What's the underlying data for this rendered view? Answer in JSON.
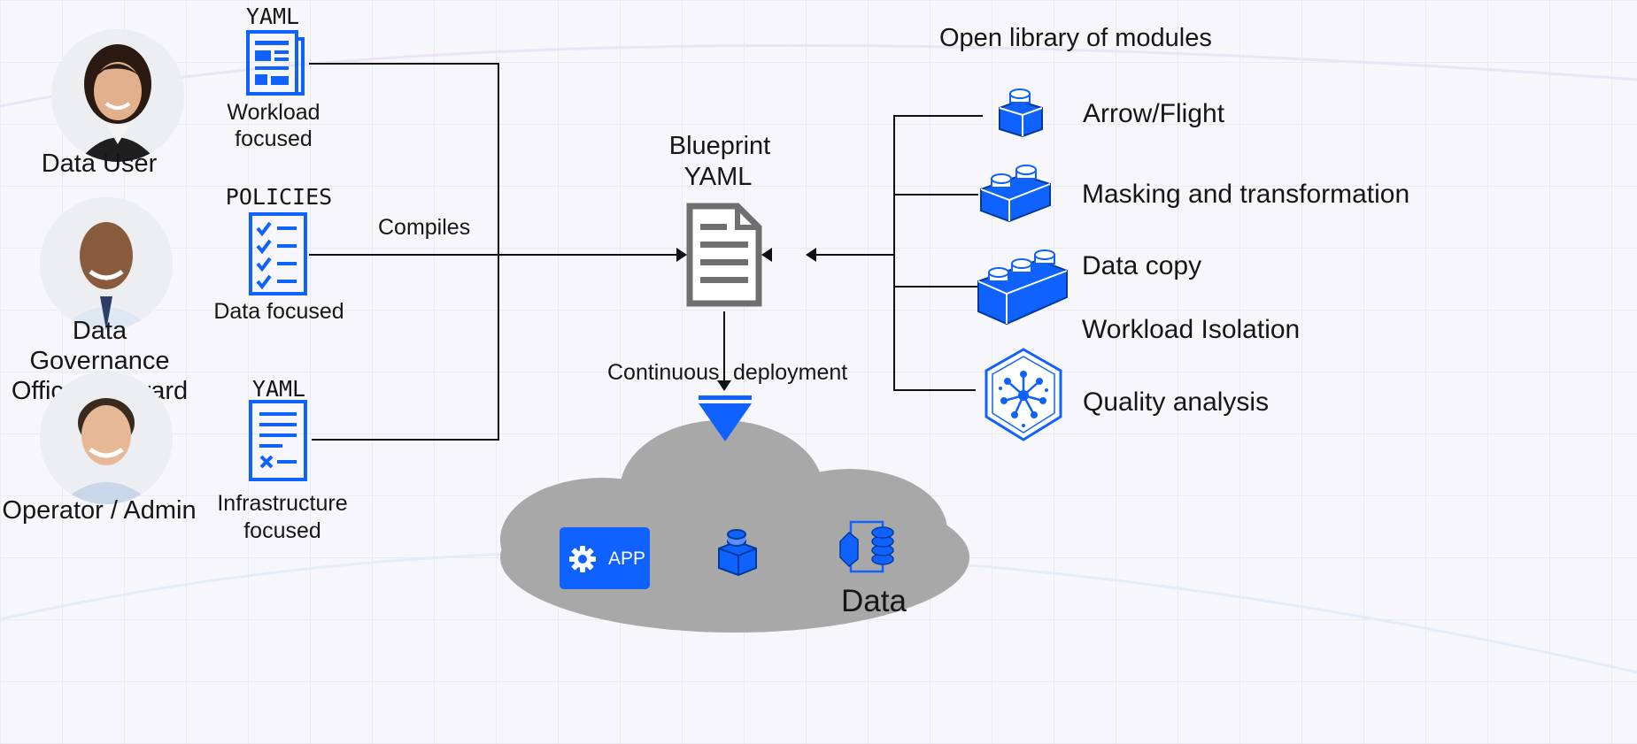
{
  "colors": {
    "accent_blue": "#0f62fe",
    "line": "#111111",
    "doc_gray": "#6f6f6f",
    "cloud_gray": "#a8a8a8"
  },
  "personas": [
    {
      "label": "Data User",
      "icon": "avatar-woman-icon"
    },
    {
      "label": "Data Governance Officer/Steward",
      "icon": "avatar-man-tie-icon"
    },
    {
      "label": "Operator / Admin",
      "icon": "avatar-man-icon"
    }
  ],
  "documents": [
    {
      "title": "YAML",
      "caption_line1": "Workload",
      "caption_line2": "focused",
      "icon": "yaml-document-icon"
    },
    {
      "title": "POLICIES",
      "caption_line1": "Data focused",
      "caption_line2": "",
      "icon": "policies-checklist-icon"
    },
    {
      "title": "YAML",
      "caption_line1": "Infrastructure",
      "caption_line2": "focused",
      "icon": "infrastructure-document-icon"
    }
  ],
  "compiles_label": "Compiles",
  "blueprint": {
    "line1": "Blueprint",
    "line2": "YAML",
    "icon": "blueprint-document-icon"
  },
  "deployment": {
    "left": "Continuous",
    "right": "deployment"
  },
  "library": {
    "title": "Open library of modules",
    "modules": [
      {
        "label": "Arrow/Flight",
        "icon": "single-brick-icon"
      },
      {
        "label": "Masking and transformation",
        "icon": "double-brick-icon"
      },
      {
        "label": "Data copy",
        "icon": "triple-brick-icon"
      },
      {
        "label": "Workload Isolation",
        "icon": ""
      },
      {
        "label": "Quality analysis",
        "icon": "hexagon-network-icon"
      }
    ]
  },
  "cloud": {
    "app_label": "APP",
    "app_icon": "gear-icon",
    "module_icon": "single-brick-icon",
    "data_icon": "database-icon",
    "data_label": "Data"
  }
}
